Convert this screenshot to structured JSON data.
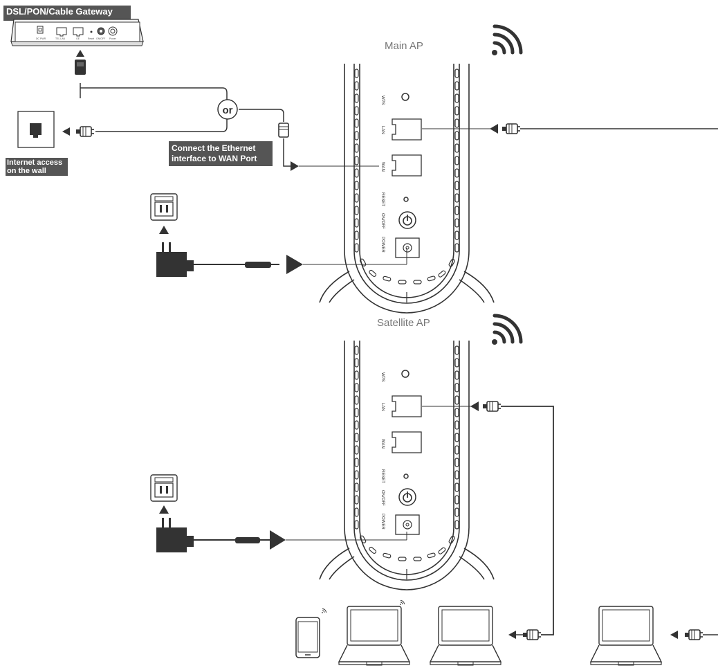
{
  "gateway": {
    "title": "DSL/PON/Cable Gateway",
    "port_labels": [
      "DC PWR",
      "TEL LAN",
      "GE",
      "Reset",
      "ON/OFF",
      "Power"
    ]
  },
  "wall": {
    "label_line1": "Internet access",
    "label_line2": "on the wall"
  },
  "connector": {
    "or_text": "or"
  },
  "instruction": {
    "line1": "Connect the Ethernet",
    "line2": "interface to WAN Port"
  },
  "main_ap": {
    "title": "Main AP",
    "ports": {
      "wps": "WPS",
      "lan": "LAN",
      "wan": "WAN",
      "reset": "RESET",
      "onoff": "ON/OFF",
      "power": "POWER"
    }
  },
  "satellite_ap": {
    "title": "Satellite AP",
    "ports": {
      "wps": "WPS",
      "lan": "LAN",
      "wan": "WAN",
      "reset": "RESET",
      "onoff": "ON/OFF",
      "power": "POWER"
    }
  },
  "icons": [
    "wifi-icon",
    "power-outlet-icon",
    "power-adapter-icon",
    "ethernet-plug-icon",
    "wall-jack-icon",
    "phone-icon",
    "laptop-icon"
  ],
  "colors": {
    "line": "#333333",
    "label_bg": "#555555",
    "title_text": "#777777"
  }
}
